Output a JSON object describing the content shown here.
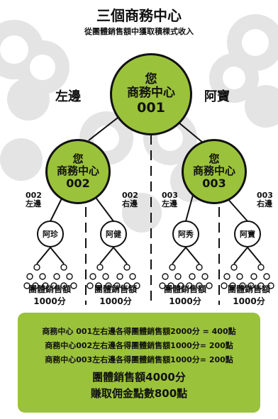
{
  "header": {
    "title": "三個商務中心",
    "subtitle": "從團體銷售額中獲取積棵式收入"
  },
  "side_labels": {
    "left": "左邊",
    "right": "阿寶"
  },
  "top_node": {
    "line1": "您",
    "line2": "商務中心",
    "line3": "001"
  },
  "mid_nodes": [
    {
      "line1": "您",
      "line2": "商務中心",
      "line3": "002"
    },
    {
      "line1": "您",
      "line2": "商務中心",
      "line3": "003"
    }
  ],
  "branch_tags": [
    {
      "code": "002",
      "side": "左邊"
    },
    {
      "code": "002",
      "side": "右邊"
    },
    {
      "code": "003",
      "side": "左邊"
    },
    {
      "code": "003",
      "side": "右邊"
    }
  ],
  "people": [
    "阿珍",
    "阿健",
    "阿秀",
    "阿寶"
  ],
  "group_sales": [
    {
      "label": "團體銷售額",
      "amount": "1000分"
    },
    {
      "label": "團體銷售額",
      "amount": "1000分"
    },
    {
      "label": "團體銷售額",
      "amount": "1000分"
    },
    {
      "label": "團體銷售額",
      "amount": "1000分"
    }
  ],
  "summary": {
    "line1": "商務中心 001左右邊各得團體銷售額2000分  = 400點",
    "line2": "商務中心002左右邊各得團體銷售額1000分= 200點",
    "line3": "商務中心003左右邊各得團體銷售額1000分= 200點",
    "total_sales": "團體銷售額4000分",
    "total_points": "賺取佣金點數800點"
  },
  "colors": {
    "accent_green": "#9bc23b",
    "deco_grey": "#e2e2e2",
    "line": "#111111"
  }
}
